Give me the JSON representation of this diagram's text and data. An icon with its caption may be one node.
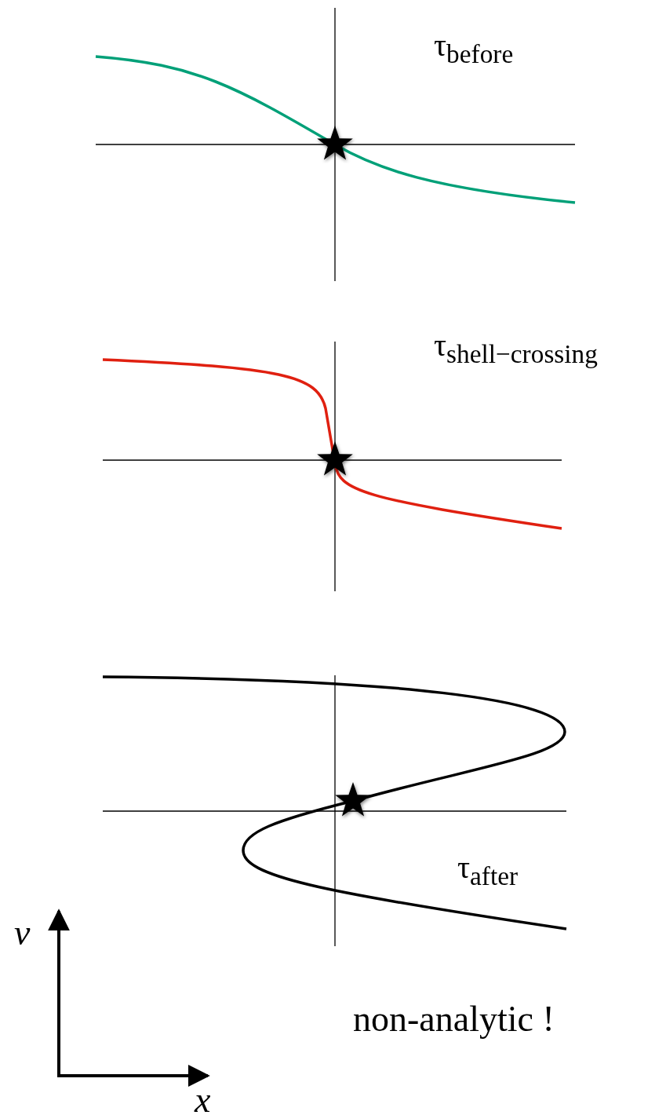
{
  "diagram": {
    "labels": [
      "τ$_{before}$",
      "τ$_{shell−crossing}$",
      "τ$_{after}$",
      "v",
      "x",
      "non-analytic !"
    ]
  }
}
